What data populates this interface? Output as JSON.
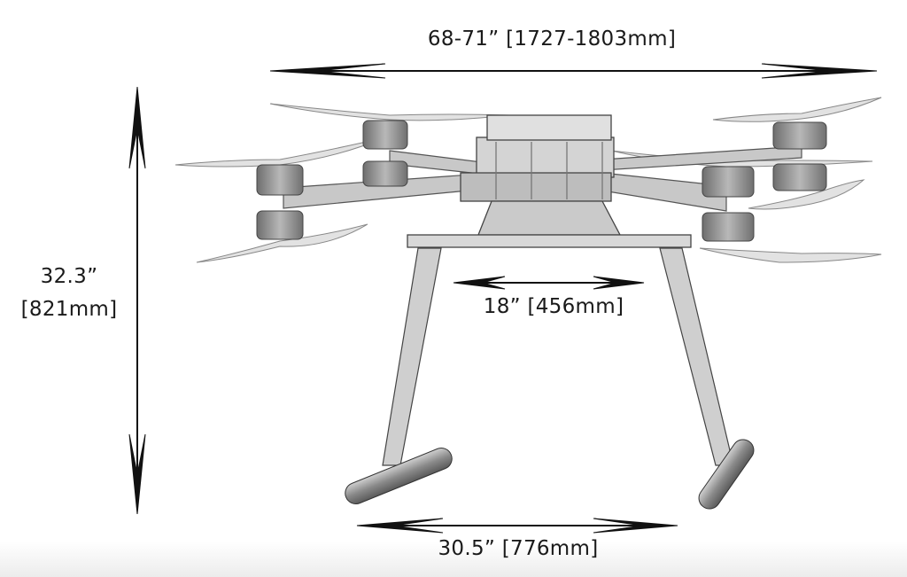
{
  "dimensions": {
    "overall_width": "68-71” [1727-1803mm]",
    "height_in": "32.3”",
    "height_mm": "[821mm]",
    "body_width": "18” [456mm]",
    "leg_span": "30.5” [776mm]"
  }
}
